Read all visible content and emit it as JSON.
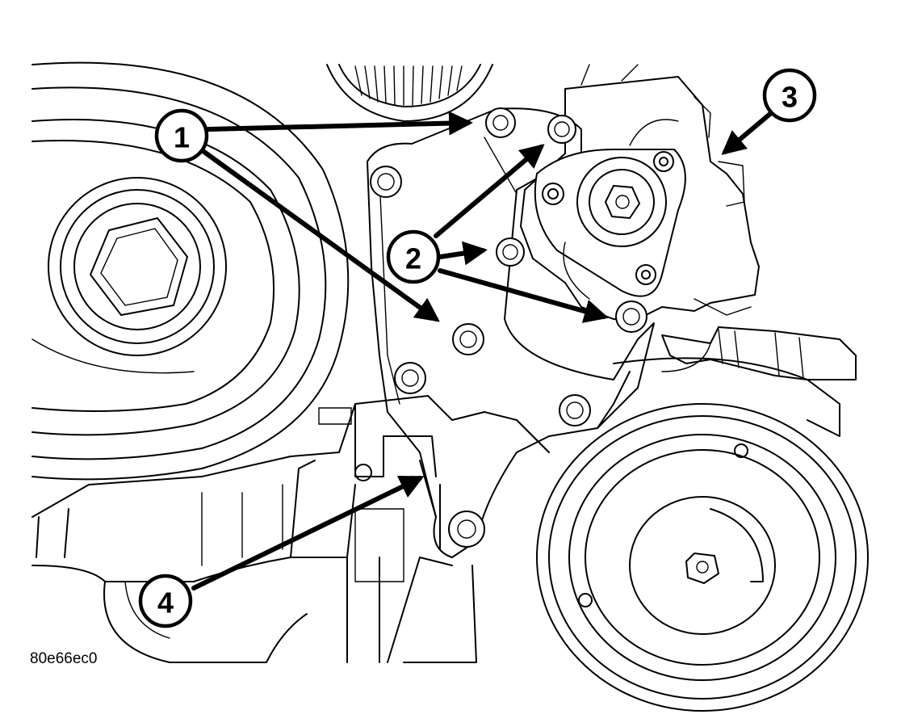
{
  "callouts": [
    {
      "id": "callout-1",
      "label": "1"
    },
    {
      "id": "callout-2",
      "label": "2"
    },
    {
      "id": "callout-3",
      "label": "3"
    },
    {
      "id": "callout-4",
      "label": "4"
    }
  ],
  "figure_code": "80e66ec0",
  "colors": {
    "ink": "#000000",
    "paper": "#ffffff"
  }
}
